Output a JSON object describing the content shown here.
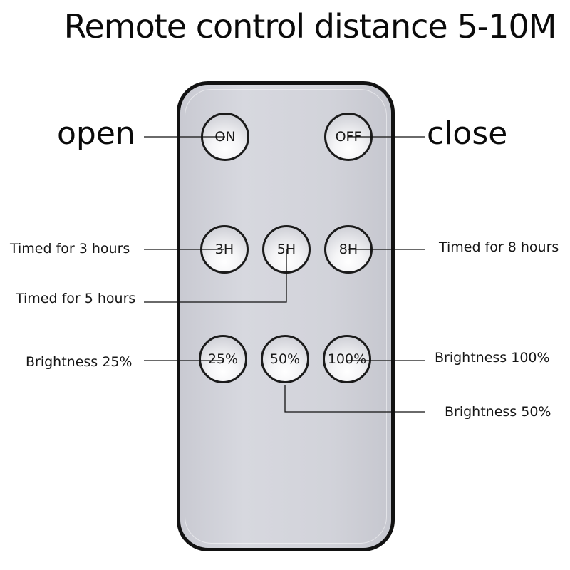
{
  "title": "Remote control distance 5-10M",
  "buttons": {
    "on": "ON",
    "off": "OFF",
    "h3": "3H",
    "h5": "5H",
    "h8": "8H",
    "b25": "25%",
    "b50": "50%",
    "b100": "100%"
  },
  "labels": {
    "on": "open",
    "off": "close",
    "h3": "Timed for 3 hours",
    "h5": "Timed for 5 hours",
    "h8": "Timed for 8 hours",
    "b25": "Brightness 25%",
    "b50": "Brightness 50%",
    "b100": "Brightness 100%"
  },
  "colors": {
    "remote_body": "#d2d3da",
    "remote_border": "#121212",
    "leader_line": "#111111"
  }
}
